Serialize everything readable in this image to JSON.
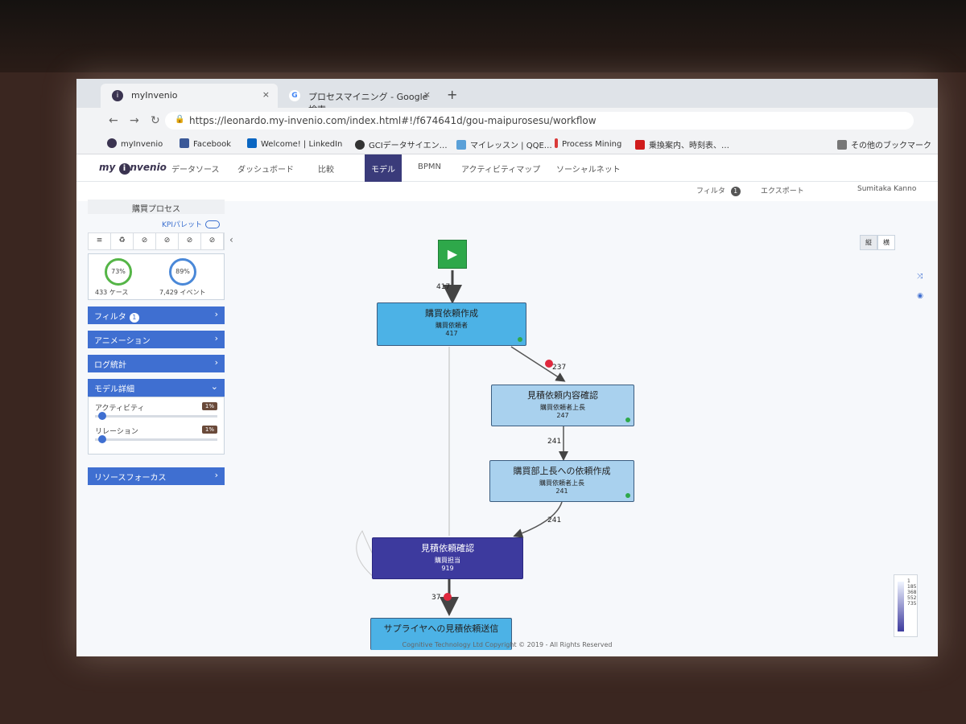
{
  "browser": {
    "tabs": [
      {
        "title": "myInvenio",
        "close": "×"
      },
      {
        "title": "プロセスマイニング - Google 検索",
        "close": "×"
      }
    ],
    "new_tab": "+",
    "url": "https://leonardo.my-invenio.com/index.html#!/f674641d/gou-maipurosesu/workflow",
    "bookmarks": [
      "myInvenio",
      "Facebook",
      "Welcome! | LinkedIn",
      "GCIデータサイエン…",
      "マイレッスン | QQE…",
      "Process Mining",
      "乗換案内、時刻表、…",
      "その他のブックマーク"
    ]
  },
  "app": {
    "logo": "my invenio",
    "nav": [
      "データソース",
      "ダッシュボード",
      "比較",
      "モデル",
      "BPMN",
      "アクティビティマップ",
      "ソーシャルネット"
    ],
    "active_nav": "モデル",
    "subnav": {
      "filter": "フィルタ",
      "filter_count": "1",
      "export": "エクスポート",
      "user": "Sumitaka Kanno"
    }
  },
  "sidebar": {
    "title": "購買プロセス",
    "kpi_label": "KPIパレット",
    "tools": [
      "≡",
      "♻",
      "⊘",
      "⊘",
      "⊘",
      "⊘"
    ],
    "cases_pct": "73%",
    "cases_label": "433 ケース",
    "events_pct": "89%",
    "events_label": "7,429 イベント",
    "panels": [
      {
        "label": "フィルタ",
        "badge": "1"
      },
      {
        "label": "アニメーション"
      },
      {
        "label": "ログ統計"
      },
      {
        "label": "モデル詳細"
      }
    ],
    "activity_label": "アクティビティ",
    "activity_pct": "1%",
    "relation_label": "リレーション",
    "relation_pct": "1%",
    "resource_focus": "リソースフォーカス"
  },
  "view_toggle": [
    "縦",
    "横"
  ],
  "process": {
    "nodes": [
      {
        "title": "購買依頼作成",
        "role": "購買依頼者",
        "count": "417"
      },
      {
        "title": "見積依頼内容確認",
        "role": "購買依頼者上長",
        "count": "247"
      },
      {
        "title": "購買部上長への依頼作成",
        "role": "購買依頼者上長",
        "count": "241"
      },
      {
        "title": "見積依頼確認",
        "role": "購買担当",
        "count": "919"
      },
      {
        "title": "サプライヤへの見積依頼送信",
        "role": "",
        "count": ""
      }
    ],
    "edges": [
      "417",
      "237",
      "241",
      "241",
      "37"
    ]
  },
  "legend": [
    "1",
    "185",
    "368",
    "552",
    "735"
  ],
  "footer": "Cognitive Technology Ltd Copyright © 2019 - All Rights Reserved"
}
